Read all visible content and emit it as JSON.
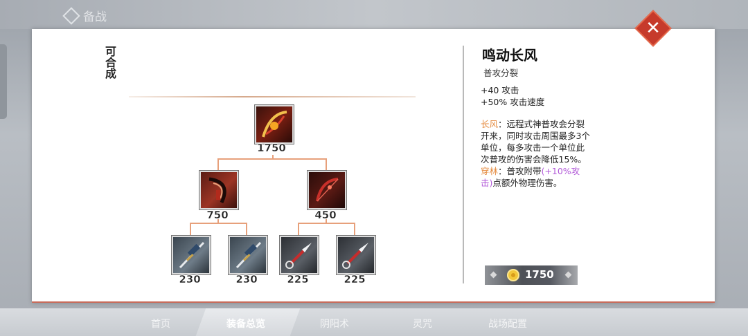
{
  "background": {
    "title": "备战"
  },
  "nav": [
    "首页",
    "装备总览",
    "阴阳术",
    "灵咒",
    "战场配置"
  ],
  "panel": {
    "vertical_label": "可合成",
    "tree": {
      "root": {
        "cost": "1750",
        "icon": "red-bow-icon"
      },
      "mid": [
        {
          "cost": "750",
          "icon": "red-crescent-blade-icon"
        },
        {
          "cost": "450",
          "icon": "red-bow-icon"
        }
      ],
      "leaves": [
        {
          "cost": "230",
          "icon": "sword-icon"
        },
        {
          "cost": "230",
          "icon": "sword-icon"
        },
        {
          "cost": "225",
          "icon": "kunai-icon"
        },
        {
          "cost": "225",
          "icon": "kunai-icon"
        }
      ]
    },
    "details": {
      "name": "鸣动长风",
      "subtitle": "普攻分裂",
      "stats": [
        "+40 攻击",
        "+50% 攻击速度"
      ],
      "effects": {
        "e1_name": "长风",
        "e1_text": "：远程式神普攻会分裂开来，同时攻击周围最多3个单位，每多攻击一个单位此次普攻的伤害会降低15%。",
        "e2_name": "穿林",
        "e2_text_a": "：普攻附带",
        "e2_highlight": "(+10%攻击)",
        "e2_text_b": "点额外物理伤害。"
      },
      "price": "1750"
    }
  },
  "colors": {
    "accent": "#c63a2b",
    "tree_line": "#e7a07b",
    "effect_name": "#e48a3e",
    "highlight": "#b25ad8"
  }
}
